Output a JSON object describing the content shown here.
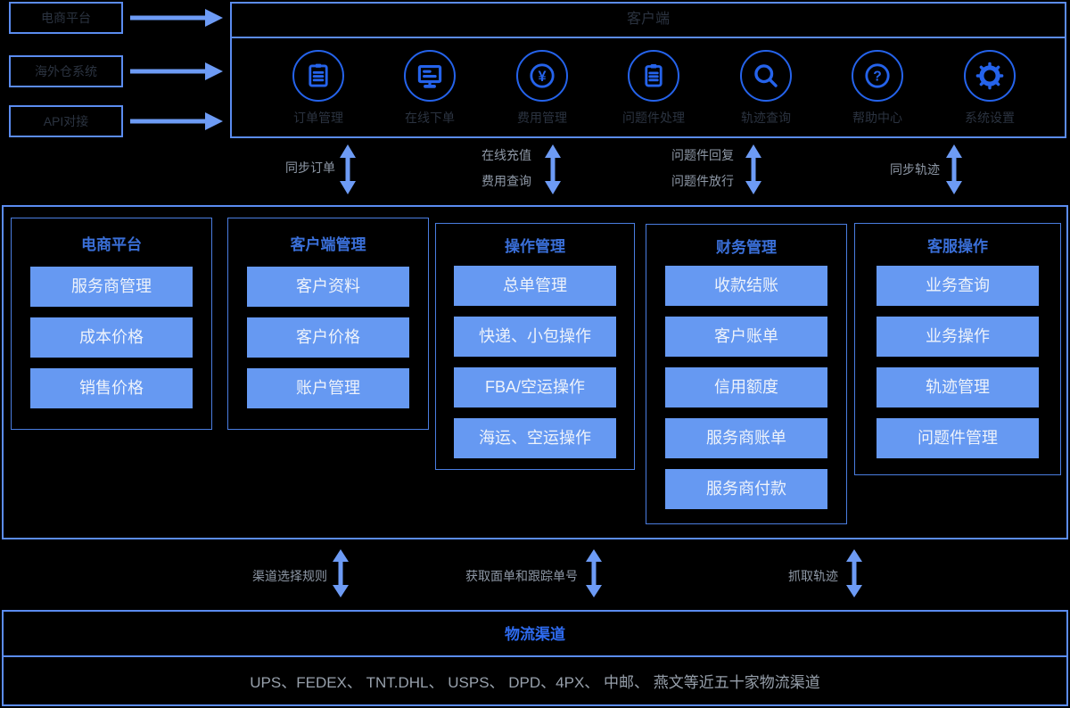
{
  "colors": {
    "box_border": "#5b8cf0",
    "icon_blue": "#2563eb",
    "arrow_blue": "#6d9bf5",
    "button_fill": "#6699f2",
    "button_text": "#eef3fb",
    "module_title": "#3a6fd8",
    "gray_label": "#8e98a6",
    "channel_title": "#2e6bf0",
    "faint_dark_text": "#2b3340"
  },
  "sources": {
    "items": [
      {
        "label": "电商平台"
      },
      {
        "label": "海外仓系统"
      },
      {
        "label": "API对接"
      }
    ]
  },
  "header": {
    "title": "客户端",
    "icons": [
      {
        "name": "order-list-icon",
        "label": "订单管理"
      },
      {
        "name": "monitor-icon",
        "label": "在线下单"
      },
      {
        "name": "yen-coin-icon",
        "label": "费用管理"
      },
      {
        "name": "clipboard-icon",
        "label": "问题件处理"
      },
      {
        "name": "search-icon",
        "label": "轨迹查询"
      },
      {
        "name": "help-icon",
        "label": "帮助中心"
      },
      {
        "name": "gear-icon",
        "label": "系统设置"
      }
    ]
  },
  "sync_arrows_top": [
    {
      "lines": [
        "同步订单"
      ]
    },
    {
      "lines": [
        "在线充值",
        "费用查询"
      ]
    },
    {
      "lines": [
        "问题件回复",
        "问题件放行"
      ]
    },
    {
      "lines": [
        "同步轨迹"
      ]
    }
  ],
  "modules": [
    {
      "title": "电商平台",
      "items": [
        "服务商管理",
        "成本价格",
        "销售价格"
      ]
    },
    {
      "title": "客户端管理",
      "items": [
        "客户资料",
        "客户价格",
        "账户管理"
      ]
    },
    {
      "title": "操作管理",
      "items": [
        "总单管理",
        "快递、小包操作",
        "FBA/空运操作",
        "海运、空运操作"
      ]
    },
    {
      "title": "财务管理",
      "items": [
        "收款结账",
        "客户账单",
        "信用额度",
        "服务商账单",
        "服务商付款"
      ]
    },
    {
      "title": "客服操作",
      "items": [
        "业务查询",
        "业务操作",
        "轨迹管理",
        "问题件管理"
      ]
    }
  ],
  "sync_arrows_bottom": [
    {
      "label": "渠道选择规则"
    },
    {
      "label": "获取面单和跟踪单号"
    },
    {
      "label": "抓取轨迹"
    }
  ],
  "channels": {
    "title": "物流渠道",
    "list": "UPS、FEDEX、 TNT.DHL、 USPS、 DPD、4PX、 中邮、 燕文等近五十家物流渠道"
  }
}
